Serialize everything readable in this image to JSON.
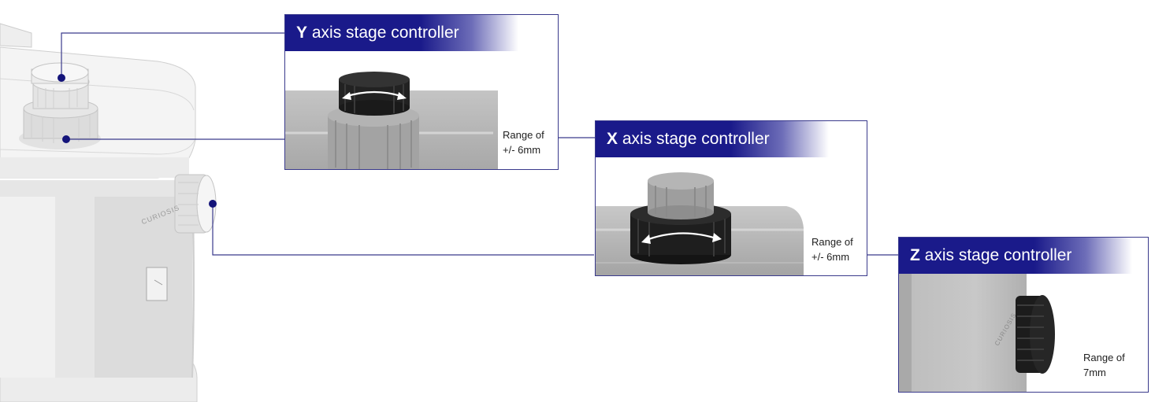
{
  "callouts": [
    {
      "axis_letter": "Y",
      "title_rest": "axis stage controller",
      "range_line1": "Range of",
      "range_line2": "+/- 6mm"
    },
    {
      "axis_letter": "X",
      "title_rest": "axis stage controller",
      "range_line1": "Range of",
      "range_line2": "+/- 6mm"
    },
    {
      "axis_letter": "Z",
      "title_rest": "axis stage controller",
      "range_line1": "Range of",
      "range_line2": "7mm"
    }
  ],
  "device": {
    "brand_label": "CURIOSIS"
  },
  "colors": {
    "title_bar": "#1a1a8a",
    "leader_line": "#3a3a8c",
    "marker_dot": "#14147a",
    "knob_dark": "#1e1e1e",
    "knob_light": "#9a9a9a",
    "stage_gray": "#b5b5b5"
  },
  "icons": [
    "rotate-double-arrow-icon",
    "marker-dot-icon"
  ]
}
